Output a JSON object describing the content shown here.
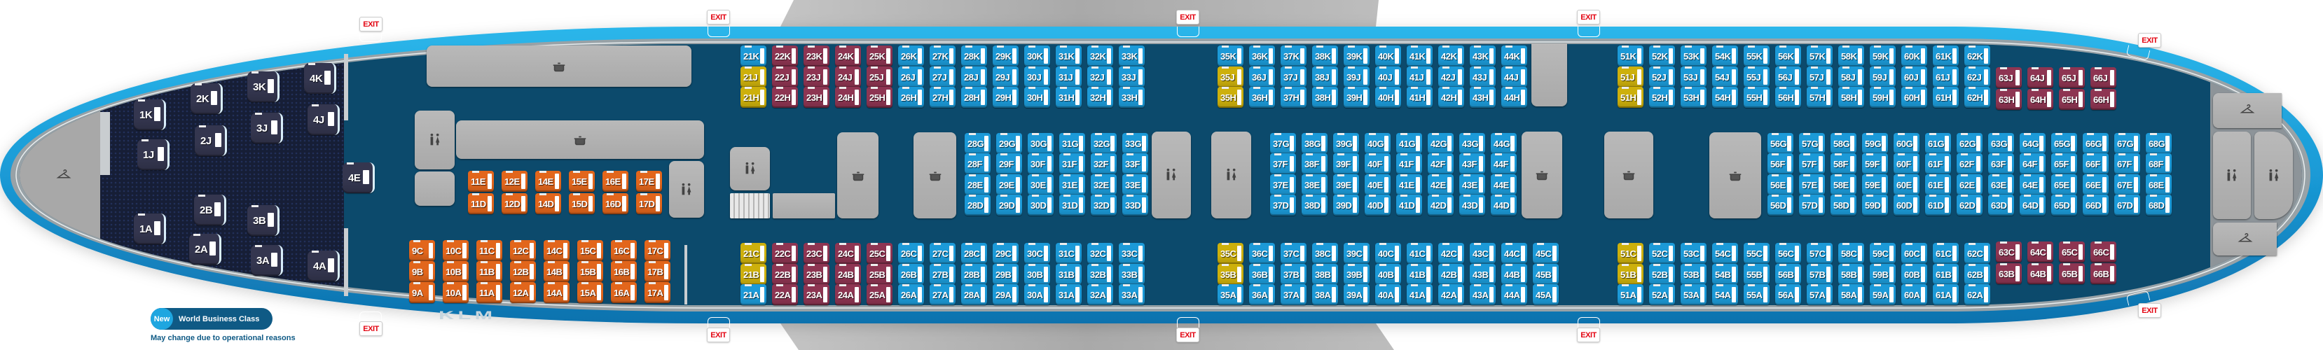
{
  "exit_label": "EXIT",
  "logo": "KLM",
  "legend": {
    "badge": "New",
    "label": "World Business Class",
    "note": "May change due to operational reasons"
  },
  "colors": {
    "fuselage": "#1ea6e0",
    "cabin_floor": "#0c4a6c",
    "business_floor": "#161e36",
    "facility": "#b0b0b0"
  },
  "seat_types": {
    "world-business-new": "#34364f",
    "business": "#e2661c",
    "extra-legroom": "#cdb00c",
    "economy-comfort": "#8e3552",
    "economy": "#1c9ad8"
  },
  "facility_icons": {
    "galley": "pot-icon",
    "lavatory": "lavatory-icon",
    "closet": "hanger-icon",
    "stairs": "stairs-icon"
  },
  "world_business_seats": [
    "1K",
    "1J",
    "1A",
    "2K",
    "2J",
    "2B",
    "2A",
    "3K",
    "3J",
    "3B",
    "3A",
    "4K",
    "4J",
    "4E",
    "4A"
  ],
  "seat_blocks": [
    {
      "id": "biz-mid",
      "letters": [
        "E",
        "D"
      ],
      "rows": [
        11,
        12,
        14,
        15,
        16,
        17
      ],
      "type": "business"
    },
    {
      "id": "biz-bot",
      "letters": [
        "C",
        "B",
        "A"
      ],
      "rows": [
        9,
        10,
        11,
        12,
        14,
        15,
        16,
        17
      ],
      "type": "business"
    },
    {
      "id": "eco1-top",
      "letters": [
        "K",
        "J",
        "H"
      ],
      "rows": [
        21,
        22,
        23,
        24,
        25,
        26,
        27,
        28,
        29,
        30,
        31,
        32,
        33
      ],
      "type": "economy",
      "overrides": {
        "21J": "extra-legroom",
        "21H": "extra-legroom",
        "22K": "economy-comfort",
        "22J": "economy-comfort",
        "22H": "economy-comfort",
        "23K": "economy-comfort",
        "23J": "economy-comfort",
        "23H": "economy-comfort",
        "24K": "economy-comfort",
        "24J": "economy-comfort",
        "24H": "economy-comfort",
        "25K": "economy-comfort",
        "25J": "economy-comfort",
        "25H": "economy-comfort"
      }
    },
    {
      "id": "eco1-mid",
      "letters": [
        "G",
        "F",
        "E",
        "D"
      ],
      "rows": [
        28,
        29,
        30,
        31,
        32,
        33
      ],
      "type": "economy"
    },
    {
      "id": "eco1-bot",
      "letters": [
        "C",
        "B",
        "A"
      ],
      "rows": [
        21,
        22,
        23,
        24,
        25,
        26,
        27,
        28,
        29,
        30,
        31,
        32,
        33
      ],
      "type": "economy",
      "overrides": {
        "21C": "extra-legroom",
        "21B": "extra-legroom",
        "22C": "economy-comfort",
        "22B": "economy-comfort",
        "22A": "economy-comfort",
        "23C": "economy-comfort",
        "23B": "economy-comfort",
        "23A": "economy-comfort",
        "24C": "economy-comfort",
        "24B": "economy-comfort",
        "24A": "economy-comfort",
        "25C": "economy-comfort",
        "25B": "economy-comfort",
        "25A": "economy-comfort"
      }
    },
    {
      "id": "eco2-top",
      "letters": [
        "K",
        "J",
        "H"
      ],
      "rows": [
        35,
        36,
        37,
        38,
        39,
        40,
        41,
        42,
        43,
        44
      ],
      "type": "economy",
      "overrides": {
        "35J": "extra-legroom",
        "35H": "extra-legroom"
      }
    },
    {
      "id": "eco2-mid",
      "letters": [
        "G",
        "F",
        "E",
        "D"
      ],
      "rows": [
        37,
        38,
        39,
        40,
        41,
        42,
        43,
        44
      ],
      "type": "economy"
    },
    {
      "id": "eco2-bot",
      "letters": [
        "C",
        "B",
        "A"
      ],
      "rows": [
        35,
        36,
        37,
        38,
        39,
        40,
        41,
        42,
        43,
        44,
        45
      ],
      "type": "economy",
      "overrides": {
        "35C": "extra-legroom",
        "35B": "extra-legroom"
      }
    },
    {
      "id": "eco3-top",
      "letters": [
        "K",
        "J",
        "H"
      ],
      "rows": [
        51,
        52,
        53,
        54,
        55,
        56,
        57,
        58,
        59,
        60,
        61,
        62
      ],
      "type": "economy",
      "overrides": {
        "51J": "extra-legroom",
        "51H": "extra-legroom"
      }
    },
    {
      "id": "eco3-tail-top",
      "letters": [
        "J",
        "H"
      ],
      "rows": [
        63,
        64,
        65,
        66
      ],
      "type": "economy-comfort"
    },
    {
      "id": "eco3-mid",
      "letters": [
        "G",
        "F",
        "E",
        "D"
      ],
      "rows": [
        56,
        57,
        58,
        59,
        60,
        61,
        62,
        63,
        64,
        65,
        66,
        67,
        68
      ],
      "type": "economy"
    },
    {
      "id": "eco3-bot",
      "letters": [
        "C",
        "B",
        "A"
      ],
      "rows": [
        51,
        52,
        53,
        54,
        55,
        56,
        57,
        58,
        59,
        60,
        61,
        62
      ],
      "type": "economy",
      "overrides": {
        "51C": "extra-legroom",
        "51B": "extra-legroom"
      }
    },
    {
      "id": "eco3-tail-bot",
      "letters": [
        "C",
        "B"
      ],
      "rows": [
        63,
        64,
        65,
        66
      ],
      "type": "economy-comfort"
    }
  ]
}
